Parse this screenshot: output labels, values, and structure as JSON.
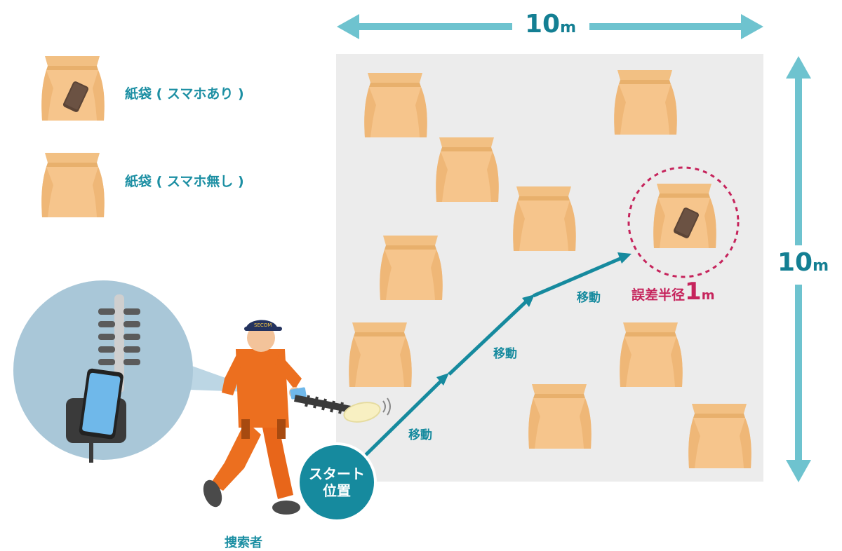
{
  "dimensions": {
    "width_value": "10",
    "width_unit": "m",
    "height_value": "10",
    "height_unit": "m"
  },
  "legend": {
    "bag_with_phone": "紙袋 ( スマホあり )",
    "bag_without_phone": "紙袋 ( スマホ無し )"
  },
  "moves": [
    "移動",
    "移動",
    "移動"
  ],
  "error_radius": {
    "prefix": "誤差半径",
    "value": "1",
    "unit": "m"
  },
  "start": {
    "line1": "スタート",
    "line2": "位置"
  },
  "searcher_label": "捜索者",
  "cap_text": "SECOM",
  "colors": {
    "teal": "#1c8fa3",
    "arrow_teal": "#6ec3cf",
    "field_gray": "#ececec",
    "bag": "#f5c48a",
    "error_red": "#c6245c",
    "worker_orange": "#ec6f1f"
  }
}
